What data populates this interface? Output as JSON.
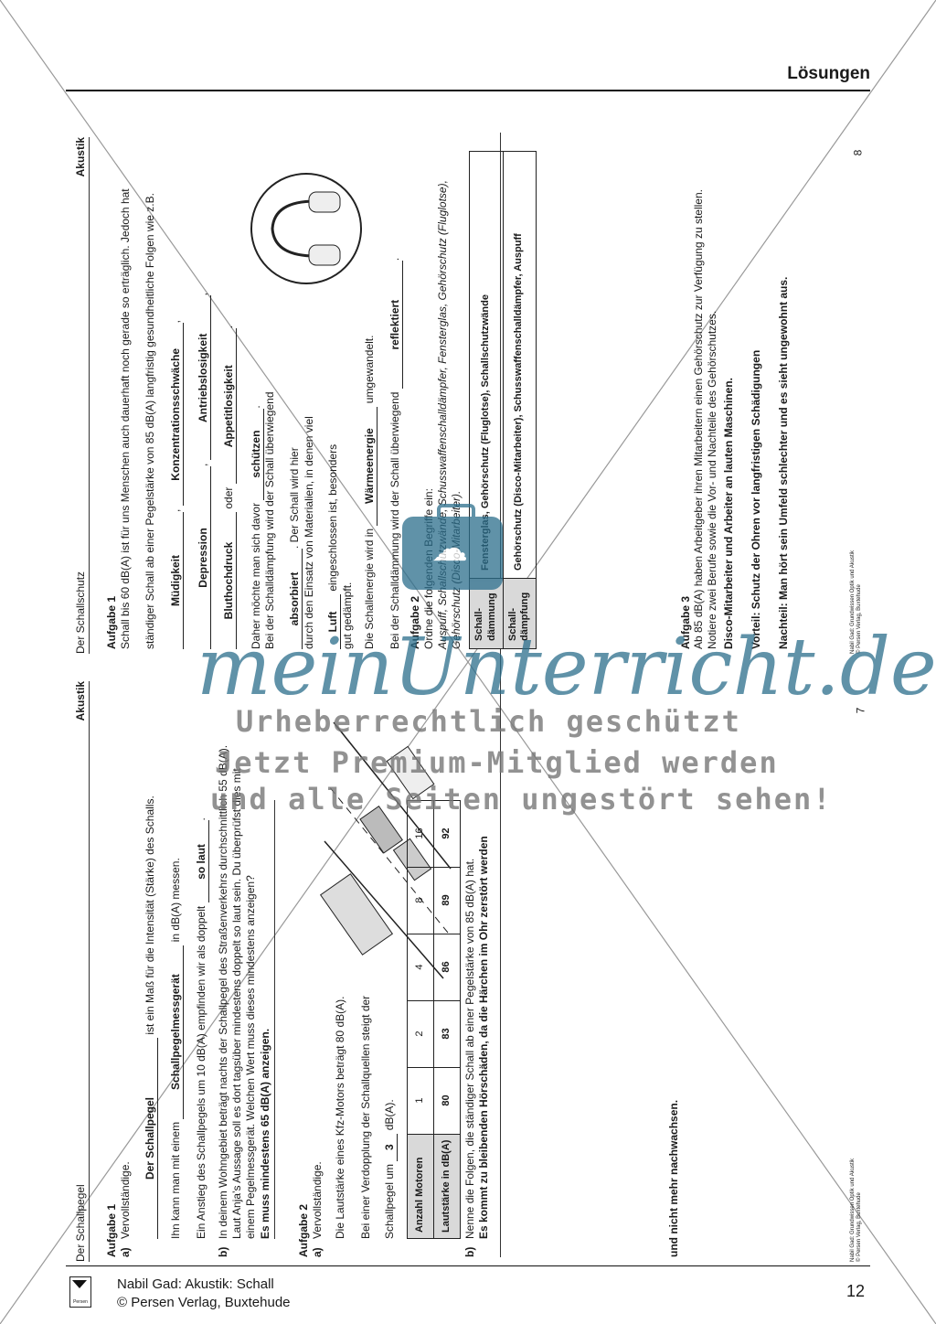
{
  "header": {
    "title": "Lösungen"
  },
  "footer": {
    "line1": "Nabil Gad: Akustik: Schall",
    "line2": "© Persen Verlag, Buxtehude",
    "page": "12",
    "logo_text": "Persen"
  },
  "watermark": {
    "brand": "meinUnterricht.de",
    "line1": "Urheberrechtlich geschützt",
    "line2": "Jetzt Premium-Mitglied werden",
    "line3": "und alle Seiten ungestört sehen!"
  },
  "left_sheet": {
    "title": "Der Schallpegel",
    "subject": "Akustik",
    "page": "7",
    "credit1": "Nabil Gad: Grundwissen Optik und Akustik",
    "credit2": "© Persen Verlag, Buxtehude",
    "a1": {
      "heading": "Aufgabe 1",
      "a_label": "a)",
      "a_text": "Vervollständige.",
      "s1_ans": "Der Schallpegel",
      "s1_rest": "ist ein Maß für die Intensität (Stärke) des Schalls.",
      "s2_pre": "Ihn kann man mit einem",
      "s2_ans": "Schallpegelmessgerät",
      "s2_rest": "in dB(A) messen.",
      "s3_pre": "Ein Anstieg des Schallpegels um 10 dB(A) empfinden wir als doppelt",
      "s3_ans": "so laut",
      "s3_rest": ".",
      "b_label": "b)",
      "b_l1": "In deinem Wohngebiet beträgt nachts der Schallpegel des Straßenverkehrs durchschnittlich 55 dB(A).",
      "b_l2": "Laut Anja’s Aussage soll es dort tagsüber mindestens doppelt so laut sein. Du überprüfst dies mit",
      "b_l3": "einem Pegelmessgerät. Welchen Wert muss dieses mindestens anzeigen?",
      "b_ans": "Es muss mindestens 65 dB(A) anzeigen."
    },
    "a2": {
      "heading": "Aufgabe 2",
      "a_label": "a)",
      "a_text": "Vervollständige.",
      "l1": "Die Lautstärke eines Kfz-Motors beträgt 80 dB(A).",
      "l2": "Bei einer Verdopplung der Schallquellen steigt der",
      "l3_pre": "Schallpegel um",
      "l3_ans": "3",
      "l3_rest": "dB(A).",
      "table": {
        "head1": "Anzahl Motoren",
        "head2": "Lautstärke in dB(A)",
        "motors": [
          "1",
          "2",
          "4",
          "8",
          "16"
        ],
        "db": [
          "80",
          "83",
          "86",
          "89",
          "92"
        ]
      },
      "b_label": "b)",
      "b_q": "Nenne die Folgen, die ständiger Schall ab einer Pegelstärke von 85 dB(A) hat.",
      "b_ans1": "Es kommt zu bleibenden Hörschäden, da die Härchen im Ohr zerstört werden",
      "b_ans2": "und nicht mehr nachwachsen."
    }
  },
  "right_sheet": {
    "title": "Der Schallschutz",
    "subject": "Akustik",
    "page": "8",
    "credit1": "Nabil Gad: Grundwissen Optik und Akustik",
    "credit2": "© Persen Verlag, Buxtehude",
    "a1": {
      "heading": "Aufgabe 1",
      "l1": "Schall bis 60 dB(A) ist für uns Menschen auch dauerhaft noch gerade so erträglich. Jedoch hat",
      "l2": "ständiger Schall ab einer Pegelstärke von 85 dB(A) langfristig gesundheitliche Folgen wie z.B.",
      "f1": "Müdigkeit",
      "f2": "Konzentrationsschwäche",
      "f3": "Depression",
      "f4": "Antriebslosigkeit",
      "f5": "Bluthochdruck",
      "f5_or": "oder",
      "f6": "Appetitlosigkeit",
      "s1_pre": "Daher möchte man sich davor",
      "s1_ans": "schützen",
      "s2": "Bei der Schalldämpfung wird der Schall überwiegend",
      "s3_ans": "absorbiert",
      "s3_rest": ". Der Schall wird hier",
      "s4": "durch den Einsatz von Materialien, in denen viel",
      "s5_ans": "Luft",
      "s5_rest": "eingeschlossen ist, besonders",
      "s6": "gut gedämpft.",
      "s7_pre": "Die Schallenergie wird in",
      "s7_ans": "Wärmeenergie",
      "s7_rest": "umgewandelt.",
      "s8_pre": "Bei der Schalldämmung wird der Schall überwiegend",
      "s8_ans": "reflektiert"
    },
    "a2": {
      "heading": "Aufgabe 2",
      "intro": "Ordne die folgenden Begriffe ein:",
      "terms1": "Auspuff, Schallschutzwände, Schusswaffenschalldämpfer, Fensterglas, Gehörschutz (Fluglotse),",
      "terms2": "Gehörschutz (Disco-Mitarbeiter).",
      "row1_h": "Schall-dämmung",
      "row1_v": "Fensterglas, Gehörschutz (Fluglotse), Schallschutzwände",
      "row2_h": "Schall-dämpfung",
      "row2_v": "Gehörschutz (Disco-Mitarbeiter), Schusswaffenschalldämpfer, Auspuff"
    },
    "a3": {
      "heading": "Aufgabe 3",
      "l1": "Ab 85 dB(A) haben Arbeitgeber ihren Mitarbeitern einen Gehörschutz zur Verfügung zu stellen.",
      "l2": "Notiere zwei Berufe sowie die Vor- und Nachteile des Gehörschutzes.",
      "ans1": "Disco-Mitarbeiter und Arbeiter an lauten Maschinen.",
      "ans2": "Vorteil: Schutz der Ohren vor langfristigen Schädigungen",
      "ans3": "Nachteil: Man hört sein Umfeld schlechter und es sieht ungewohnt aus."
    }
  }
}
